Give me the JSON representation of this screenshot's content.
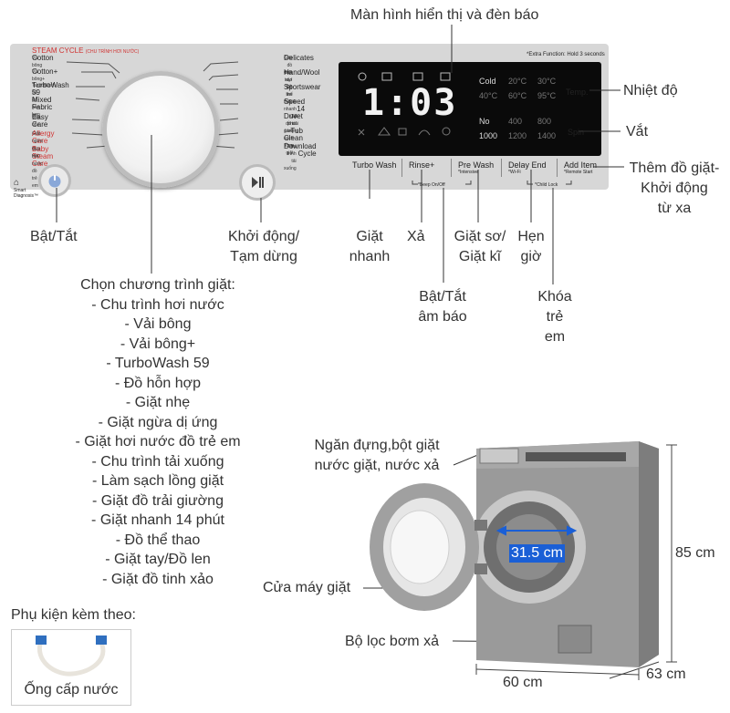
{
  "panel": {
    "steam_cycle": "STEAM CYCLE",
    "steam_cycle_sub": "(CHU TRÌNH HƠI NƯỚC)",
    "left_programs": [
      {
        "name": "Cotton",
        "sub": "Vải bông",
        "red": false
      },
      {
        "name": "Cotton+",
        "sub": "Vải bông+",
        "red": false
      },
      {
        "name": "TurboWash 59",
        "sub": "TurboWash 59",
        "red": false
      },
      {
        "name": "Mixed Fabric",
        "sub": "Đồ hỗn hợp",
        "red": false
      },
      {
        "name": "Easy Care",
        "sub": "Giặt nhẹ",
        "red": false
      },
      {
        "name": "Allergy Care",
        "sub": "Giặt ngừa dị ứng",
        "red": true
      },
      {
        "name": "Baby Steam Care",
        "sub": "Giặt hơi nước đồ trẻ em",
        "red": true
      }
    ],
    "right_programs": [
      {
        "name": "Delicates",
        "sub": "Giặt đồ tinh xảo"
      },
      {
        "name": "Hand/Wool",
        "sub": "Giặt tay/Đồ len"
      },
      {
        "name": "Sportswear",
        "sub": "Đồ thể thao"
      },
      {
        "name": "Speed 14",
        "sub": "Giặt nhanh 14 phút"
      },
      {
        "name": "Duvet",
        "sub": "Giặt đồ trải giường"
      },
      {
        "name": "Tub Clean",
        "sub": "Làm sạch lồng giặt"
      },
      {
        "name": "Download Cycle",
        "sub": "Chu trình tải xuống"
      }
    ],
    "smart_diagnosis": "Smart Diagnosis™",
    "extra_function": "*Extra Function: Hold 3 seconds",
    "display": {
      "time": "1:03",
      "temps_row1": [
        "Cold",
        "20°C",
        "30°C"
      ],
      "temps_row2": [
        "40°C",
        "60°C",
        "95°C"
      ],
      "spin_row1": [
        "No",
        "400",
        "800"
      ],
      "spin_row2": [
        "1000",
        "1200",
        "1400"
      ],
      "temp_button": "Temp.",
      "spin_button": "Spin"
    },
    "buttons": [
      {
        "label": "Turbo Wash",
        "sub": ""
      },
      {
        "label": "Rinse+",
        "sub": ""
      },
      {
        "label": "Pre Wash",
        "sub": "*Intensive"
      },
      {
        "label": "Delay End",
        "sub": "*Wi-Fi"
      },
      {
        "label": "Add Item",
        "sub": "*Remote Start"
      }
    ],
    "beep_label": "*Beep On/Off",
    "child_lock_label": "*Child Lock"
  },
  "callouts": {
    "display_and_lights": "Màn hình hiển thị và đèn báo",
    "temperature": "Nhiệt độ",
    "spin": "Vắt",
    "add_item_line1": "Thêm đồ giặt-",
    "add_item_line2": "Khởi động",
    "add_item_line3": "từ xa",
    "power": "Bật/Tắt",
    "start_pause_line1": "Khởi động/",
    "start_pause_line2": "Tạm dừng",
    "quick_wash_line1": "Giặt",
    "quick_wash_line2": "nhanh",
    "rinse": "Xả",
    "prewash_line1": "Giặt sơ/",
    "prewash_line2": "Giặt kĩ",
    "delay_line1": "Hẹn",
    "delay_line2": "giờ",
    "beep_line1": "Bật/Tắt",
    "beep_line2": "âm báo",
    "childlock_line1": "Khóa",
    "childlock_line2": "trẻ",
    "childlock_line3": "em",
    "detergent_line1": "Ngăn đựng,bột giặt",
    "detergent_line2": "nước giặt, nước xả",
    "door": "Cửa máy giặt",
    "filter": "Bộ lọc bơm xả"
  },
  "program_list": {
    "title": "Chọn chương trình giặt:",
    "items": [
      "- Chu trình hơi nước",
      "- Vải bông",
      "- Vải bông+",
      "- TurboWash 59",
      "- Đồ hỗn hợp",
      "- Giặt nhẹ",
      "- Giặt ngừa dị ứng",
      "- Giặt hơi nước đồ trẻ em",
      "- Chu trình tải xuống",
      "- Làm sạch lồng giặt",
      "- Giặt đồ trải giường",
      "- Giặt nhanh 14 phút",
      "- Đồ thể thao",
      "- Giặt tay/Đồ len",
      "- Giặt đồ tinh xảo"
    ]
  },
  "dimensions": {
    "height": "85 cm",
    "width": "60 cm",
    "depth": "63 cm",
    "door_diameter": "31.5 cm"
  },
  "accessories": {
    "title": "Phụ kiện kèm theo:",
    "item": "Ống cấp nước"
  },
  "colors": {
    "panel": "#d7d7d7",
    "display": "#0a0a0a",
    "accent_red": "#d0302f",
    "dimension_blue": "#1a5fd6",
    "washer_silver": "#8f8f8f"
  }
}
